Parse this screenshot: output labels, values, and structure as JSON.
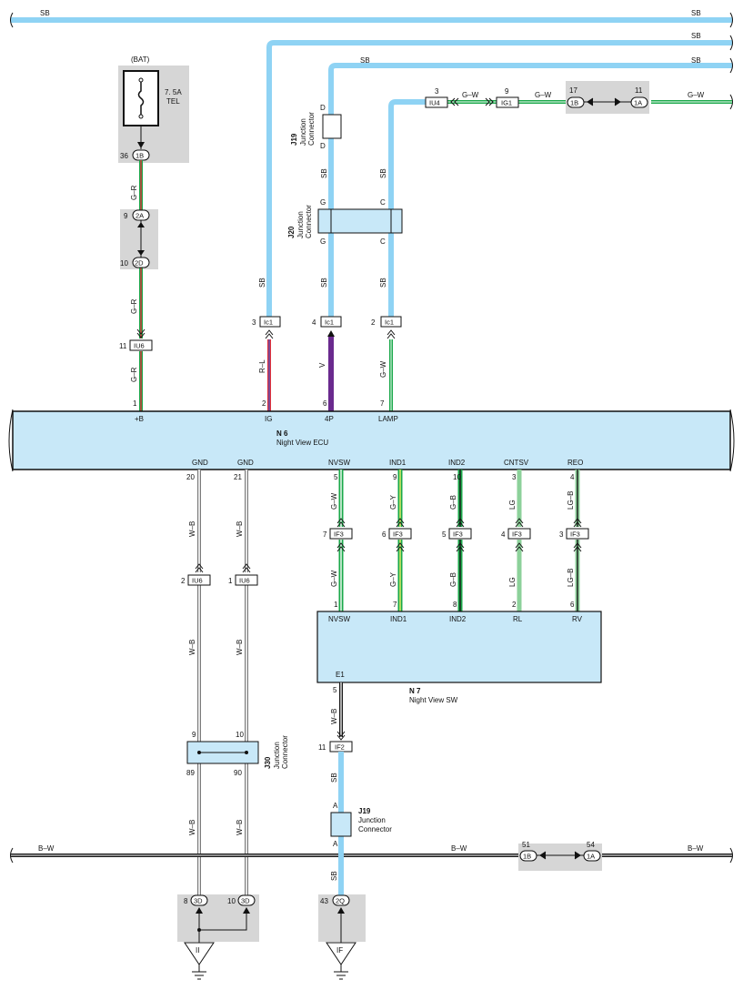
{
  "colors": {
    "sb": "#8fd3f4",
    "ecu_fill": "#c8e8f8",
    "gray_block": "#d6d6d6",
    "green": "#1aa84a",
    "red": "#e0303a",
    "violet": "#6a2a8e",
    "yellow": "#f2f06a",
    "light_green": "#8cd19a",
    "wire_gray": "#7a7a7a",
    "black": "#1a1a1a"
  },
  "top_buses": [
    {
      "label_left": "SB",
      "label_right": "SB"
    },
    {
      "label_right": "SB"
    },
    {
      "label_left": "SB",
      "label_right": "SB"
    }
  ],
  "lamp_line": {
    "pin_iu4": "3",
    "conn_iu4": "IU4",
    "wire1": "G–W",
    "pin_ig1": "9",
    "conn_ig1": "IG1",
    "wire2": "G–W",
    "pin_1b": "17",
    "conn_1b": "1B",
    "pin_1a": "11",
    "conn_1a": "1A",
    "wire3": "G–W"
  },
  "battery": {
    "title": "(BAT)",
    "fuse_line1": "7. 5A",
    "fuse_line2": "TEL",
    "pin": "36",
    "conn": "1B"
  },
  "bat_wire": {
    "color1": "G–R",
    "pin_2a": "9",
    "conn_2a": "2A",
    "pin_2d": "10",
    "conn_2d": "2D",
    "color2": "G–R",
    "pin_iu6": "11",
    "conn_iu6": "IU6",
    "color3": "G–R",
    "ecu_pin": "1"
  },
  "ig_wire": {
    "sb": "SB",
    "pin": "3",
    "conn": "Ic1",
    "color": "R–L",
    "ecu_pin": "2"
  },
  "fourp_wire": {
    "top": "D",
    "bottom": "D",
    "j19_id": "J19",
    "j19_name_1": "Junction",
    "j19_name_2": "Connector",
    "sb1": "SB",
    "g_top": "G",
    "g_bottom": "G",
    "sb2": "SB",
    "pin": "4",
    "conn": "Ic1",
    "color": "V",
    "ecu_pin": "6"
  },
  "lamp_wire": {
    "sb1": "SB",
    "c_top": "C",
    "c_bottom": "C",
    "sb2": "SB",
    "pin": "2",
    "conn": "Ic1",
    "color": "G–W",
    "ecu_pin": "7"
  },
  "j20": {
    "id": "J20",
    "name_1": "Junction",
    "name_2": "Connector"
  },
  "ecu": {
    "id": "N 6",
    "name": "Night View ECU",
    "top_pins": [
      "+B",
      "IG",
      "4P",
      "LAMP"
    ],
    "bottom_pins": [
      "GND",
      "GND",
      "NVSW",
      "IND1",
      "IND2",
      "CNTSV",
      "REO"
    ]
  },
  "gnd_wires": [
    {
      "ecu_pin": "20",
      "color1": "W–B",
      "pin": "2",
      "conn": "IU6",
      "color2": "W–B",
      "j30_top": "9",
      "j30_bottom": "89",
      "color3": "W–B",
      "gnd_pin": "8",
      "gnd_conn": "3D"
    },
    {
      "ecu_pin": "21",
      "color1": "W–B",
      "pin": "1",
      "conn": "IU6",
      "color2": "W–B",
      "j30_top": "10",
      "j30_bottom": "90",
      "color3": "W–B",
      "gnd_pin": "10",
      "gnd_conn": "3D"
    }
  ],
  "j30": {
    "id": "J30",
    "name_1": "Junction",
    "name_2": "Connector"
  },
  "sw_wires": [
    {
      "ecu_pin": "5",
      "color1": "G–W",
      "pin": "7",
      "conn": "IF3",
      "color2": "G–W",
      "sw_pin": "1",
      "sw_label": "NVSW"
    },
    {
      "ecu_pin": "9",
      "color1": "G–Y",
      "pin": "6",
      "conn": "IF3",
      "color2": "G–Y",
      "sw_pin": "7",
      "sw_label": "IND1"
    },
    {
      "ecu_pin": "10",
      "color1": "G–B",
      "pin": "5",
      "conn": "IF3",
      "color2": "G–B",
      "sw_pin": "8",
      "sw_label": "IND2"
    },
    {
      "ecu_pin": "3",
      "color1": "LG",
      "pin": "4",
      "conn": "IF3",
      "color2": "LG",
      "sw_pin": "2",
      "sw_label": "RL"
    },
    {
      "ecu_pin": "4",
      "color1": "LG–B",
      "pin": "3",
      "conn": "IF3",
      "color2": "LG–B",
      "sw_pin": "6",
      "sw_label": "RV"
    }
  ],
  "nv_sw": {
    "id": "N 7",
    "name": "Night View SW",
    "e1": "E1"
  },
  "e1_wire": {
    "pin_top": "5",
    "color": "W–B",
    "pin": "11",
    "conn": "IF2",
    "sb1": "SB",
    "a_top": "A",
    "a_bottom": "A",
    "sb2": "SB",
    "gnd_pin": "43",
    "gnd_conn": "2Q"
  },
  "j19b": {
    "id": "J19",
    "name_1": "Junction",
    "name_2": "Connector"
  },
  "bw_bus": {
    "label_left": "B–W",
    "label_mid": "B–W",
    "pin_1b": "51",
    "conn_1b": "1B",
    "pin_1a": "54",
    "conn_1a": "1A",
    "label_right": "B–W"
  },
  "grounds": {
    "g1": "II",
    "g2": "IF"
  }
}
